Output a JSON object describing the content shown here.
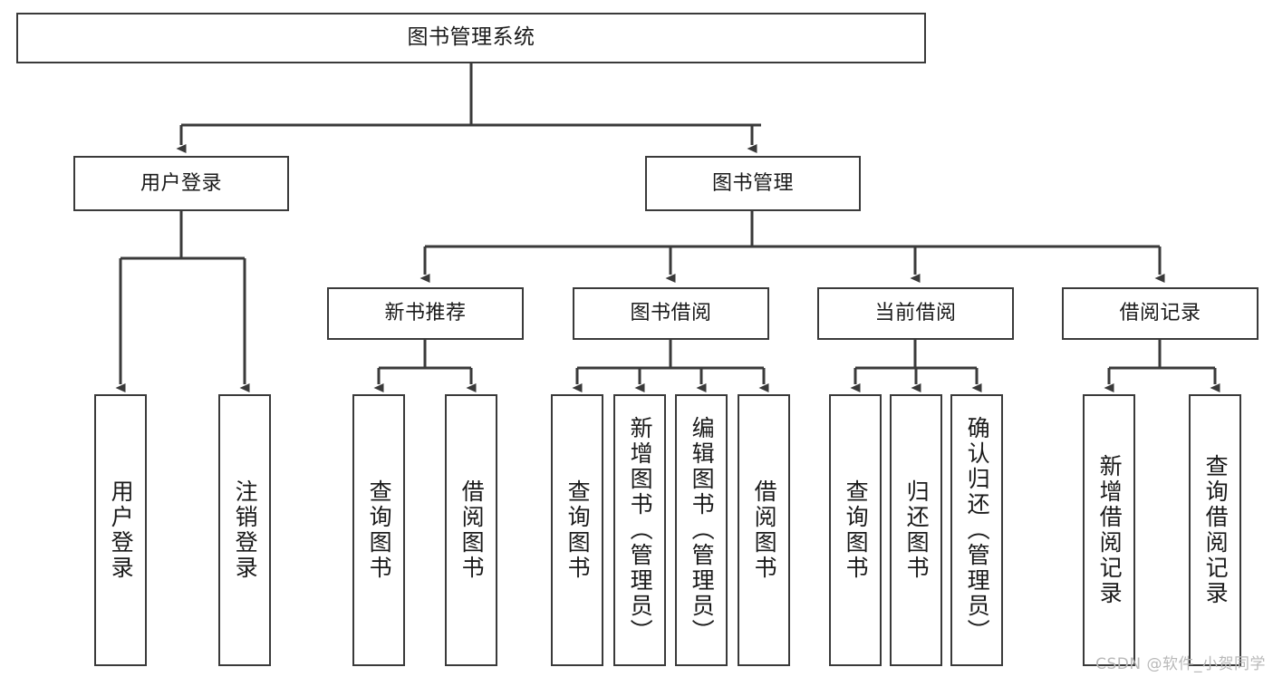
{
  "diagram": {
    "title": "图书管理系统",
    "type": "tree",
    "watermark": "CSDN @软件_小贺同学",
    "colors": {
      "box_border": "#3a3a3a",
      "box_fill": "#ffffff",
      "edge": "#3a3a3a",
      "text": "#1a1a1a",
      "watermark": "#b9b9b9",
      "background": "#ffffff"
    }
  },
  "nodes": {
    "root": {
      "label": "图书管理系统"
    },
    "level1": [
      {
        "label": "用户登录"
      },
      {
        "label": "图书管理"
      }
    ],
    "level2": [
      {
        "label": "新书推荐"
      },
      {
        "label": "图书借阅"
      },
      {
        "label": "当前借阅"
      },
      {
        "label": "借阅记录"
      }
    ],
    "leaves": {
      "user_login": [
        {
          "label": "用户登录"
        },
        {
          "label": "注销登录"
        }
      ],
      "new_book_recommend": [
        {
          "label": "查询图书"
        },
        {
          "label": "借阅图书"
        }
      ],
      "book_borrow": [
        {
          "label": "查询图书"
        },
        {
          "label": "新增图书（管理员）"
        },
        {
          "label": "编辑图书（管理员）"
        },
        {
          "label": "借阅图书"
        }
      ],
      "current_borrow": [
        {
          "label": "查询图书"
        },
        {
          "label": "归还图书"
        },
        {
          "label": "确认归还（管理员）"
        }
      ],
      "borrow_record": [
        {
          "label": "新增借阅记录"
        },
        {
          "label": "查询借阅记录"
        }
      ]
    }
  }
}
